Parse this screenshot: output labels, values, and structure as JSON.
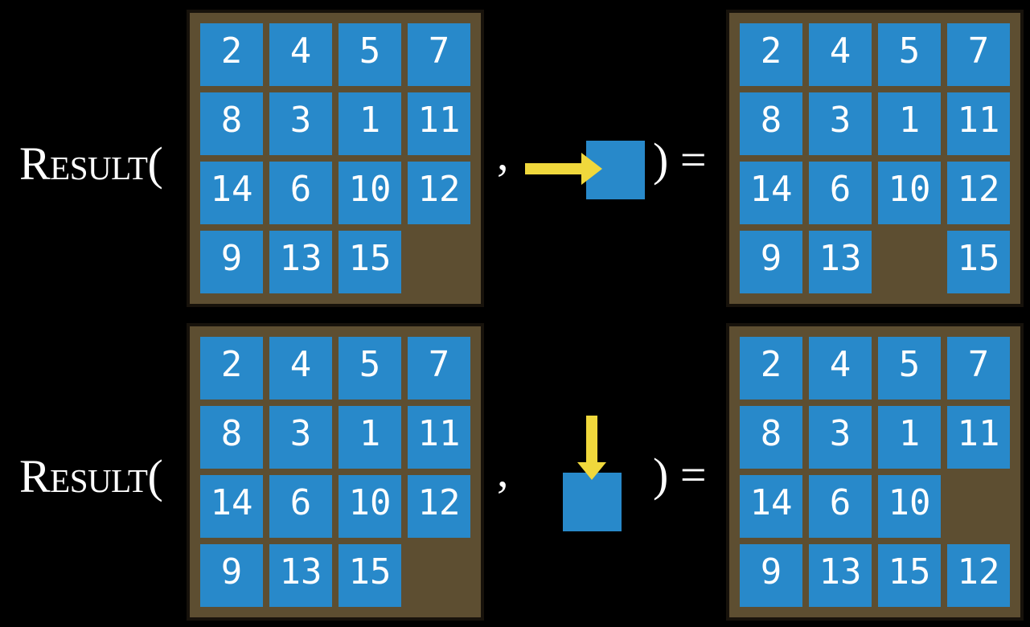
{
  "colors": {
    "background": "#000000",
    "board": "#5d4e31",
    "board_border": "#17120b",
    "tile": "#2889ca",
    "tile_text": "#ffffff",
    "arrow": "#f0d83c",
    "text": "#ffffff"
  },
  "rows": [
    {
      "label_text": "Result(",
      "comma": ",",
      "action": {
        "direction": "right",
        "icon": "move-right-arrow-icon"
      },
      "close_text": ") =",
      "input_board": {
        "grid": [
          [
            2,
            4,
            5,
            7
          ],
          [
            8,
            3,
            1,
            11
          ],
          [
            14,
            6,
            10,
            12
          ],
          [
            9,
            13,
            15,
            null
          ]
        ]
      },
      "output_board": {
        "grid": [
          [
            2,
            4,
            5,
            7
          ],
          [
            8,
            3,
            1,
            11
          ],
          [
            14,
            6,
            10,
            12
          ],
          [
            9,
            13,
            null,
            15
          ]
        ]
      }
    },
    {
      "label_text": "Result(",
      "comma": ",",
      "action": {
        "direction": "down",
        "icon": "move-down-arrow-icon"
      },
      "close_text": ") =",
      "input_board": {
        "grid": [
          [
            2,
            4,
            5,
            7
          ],
          [
            8,
            3,
            1,
            11
          ],
          [
            14,
            6,
            10,
            12
          ],
          [
            9,
            13,
            15,
            null
          ]
        ]
      },
      "output_board": {
        "grid": [
          [
            2,
            4,
            5,
            7
          ],
          [
            8,
            3,
            1,
            11
          ],
          [
            14,
            6,
            10,
            null
          ],
          [
            9,
            13,
            15,
            12
          ]
        ]
      }
    }
  ]
}
